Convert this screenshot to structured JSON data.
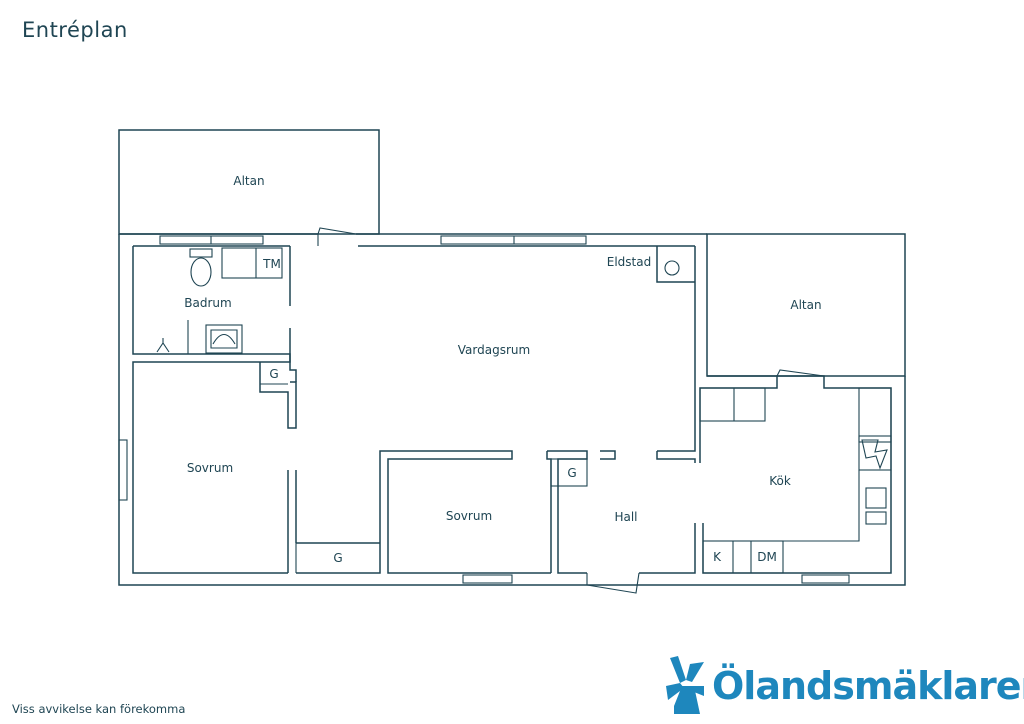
{
  "title": "Entréplan",
  "rooms": {
    "altan_top": "Altan",
    "altan_right": "Altan",
    "badrum": "Badrum",
    "tm": "TM",
    "eldstad": "Eldstad",
    "vardagsrum": "Vardagsrum",
    "g_bath": "G",
    "sovrum_left": "Sovrum",
    "g_bottom": "G",
    "sovrum_middle": "Sovrum",
    "g_hall": "G",
    "hall": "Hall",
    "kok": "Kök",
    "k": "K",
    "dm": "DM"
  },
  "disclaimer": "Viss avvikelse kan förekomma",
  "brand": {
    "name": "Ölandsmäklaren",
    "color": "#1e87bd"
  },
  "colors": {
    "line": "#1f4553"
  }
}
